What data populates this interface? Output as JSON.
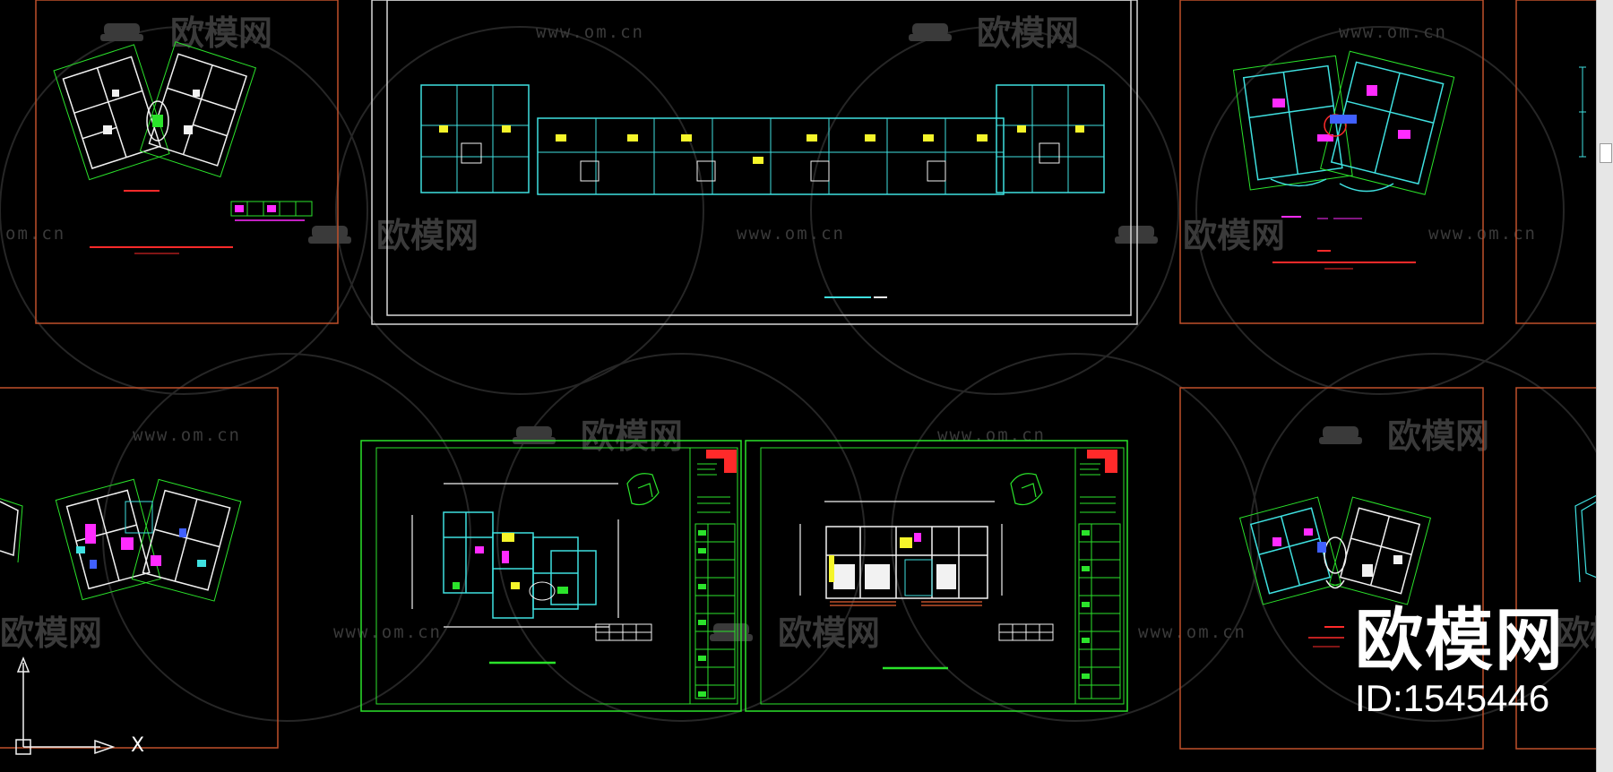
{
  "watermark": {
    "url": "www.om.cn",
    "url_partial": "om.cn",
    "brand": "欧模网"
  },
  "brand_overlay": {
    "name": "欧模网",
    "id_label": "ID:1545446"
  },
  "ucs": {
    "x_label": "X"
  },
  "colors": {
    "background": "#000000",
    "frame_orange": "#c0502a",
    "frame_white": "#d8d8d8",
    "frame_green": "#2be32b",
    "wall_cyan": "#3fe0e0",
    "wall_white": "#f2f2f2",
    "magenta": "#ff2bff",
    "yellow": "#f5f52a",
    "red": "#ff2a2a",
    "green": "#2be32b",
    "blue": "#4060ff"
  },
  "icons": {
    "ucs": "ucs-axis-icon",
    "watermark_logo": "sofa-logo-icon"
  }
}
